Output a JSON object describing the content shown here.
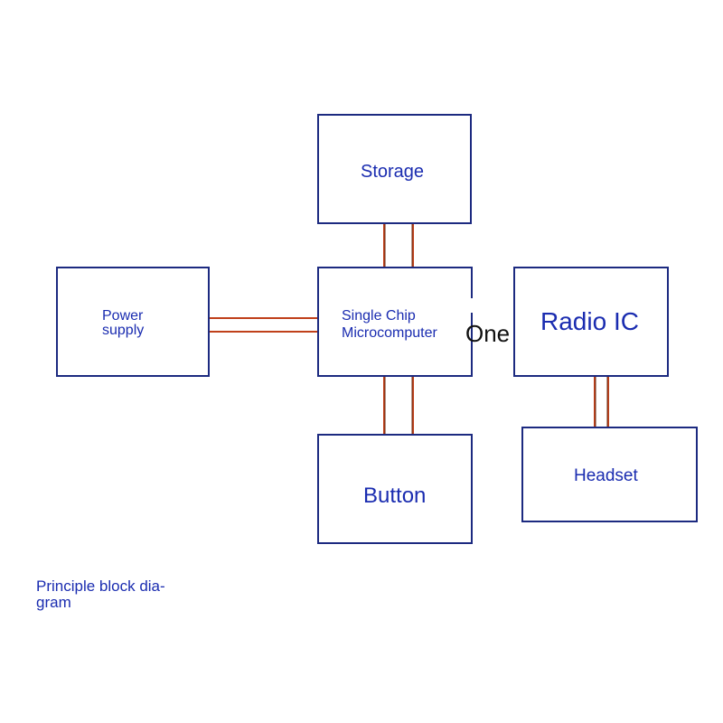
{
  "blocks": {
    "storage": {
      "label": "Storage"
    },
    "power_supply": {
      "label_line1": "Power",
      "label_line2": "supply"
    },
    "mcu": {
      "label_line1": "Single Chip",
      "label_line2": "Microcomputer"
    },
    "radio_ic": {
      "label": "Radio IC"
    },
    "button": {
      "label": "Button"
    },
    "headset": {
      "label": "Headset"
    }
  },
  "link_glyph": "One",
  "caption": {
    "line1": "Principle block dia-",
    "line2": "gram"
  },
  "colors": {
    "box_border": "#1c2a80",
    "label_text": "#1a2cb0",
    "connector_outer": "#c0401a",
    "connector_inner": "#6a2a10"
  }
}
